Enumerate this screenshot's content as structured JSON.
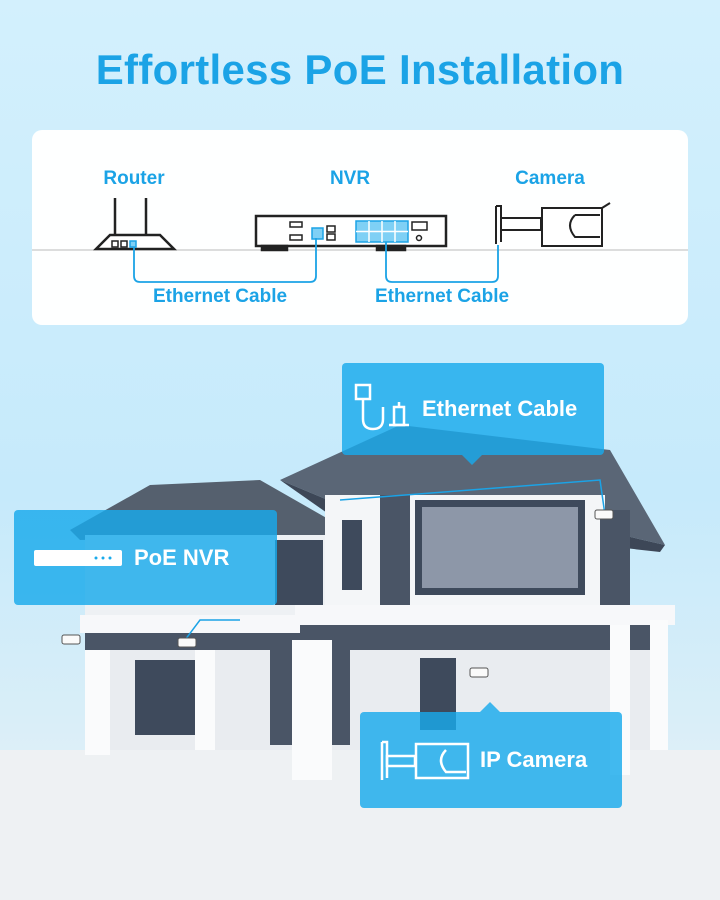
{
  "title": "Effortless PoE Installation",
  "diagram": {
    "devices": [
      {
        "label": "Router",
        "icon": "router-icon"
      },
      {
        "label": "NVR",
        "icon": "nvr-icon"
      },
      {
        "label": "Camera",
        "icon": "camera-icon"
      }
    ],
    "cables": [
      "Ethernet Cable",
      "Ethernet Cable"
    ]
  },
  "callouts": {
    "ethernet": "Ethernet Cable",
    "nvr": "PoE NVR",
    "camera": "IP Camera"
  },
  "colors": {
    "accent": "#1ba3e6",
    "callout": "#19aaeb"
  }
}
